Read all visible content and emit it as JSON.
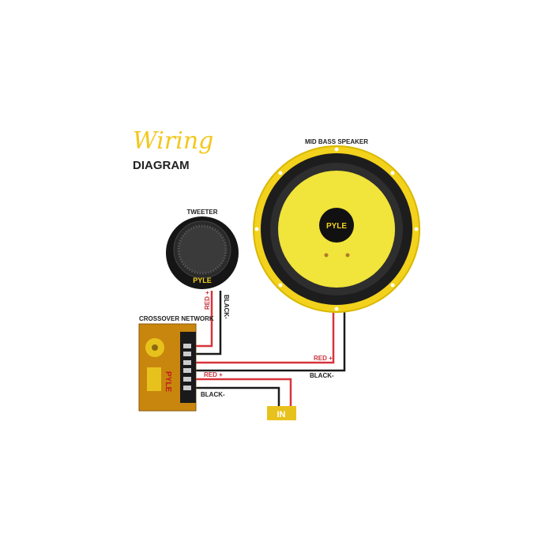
{
  "heading": {
    "script": "Wiring",
    "subtitle": "DIAGRAM"
  },
  "components": {
    "mid_bass": "MID BASS SPEAKER",
    "tweeter": "TWEETER",
    "crossover": "CROSSOVER NETWORK",
    "input": "IN",
    "brand": "PYLE"
  },
  "wires": {
    "tweeter_red": "RED +",
    "tweeter_black": "BLACK-",
    "speaker_red": "RED +",
    "speaker_black": "BLACK-",
    "input_red": "RED +",
    "input_black": "BLACK-"
  },
  "colors": {
    "yellow": "#f2d21c",
    "red_wire": "#d8343c",
    "black_wire": "#1a1a1a",
    "amber": "#c8860e"
  }
}
